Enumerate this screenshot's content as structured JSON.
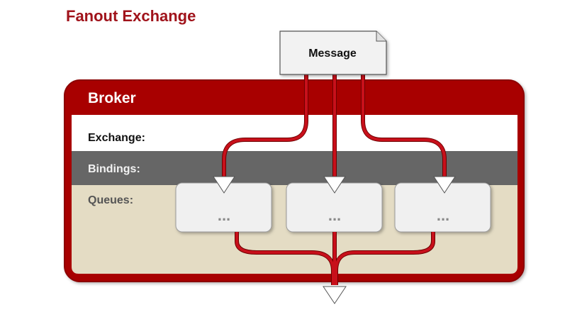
{
  "title": "Fanout Exchange",
  "message": {
    "label": "Message"
  },
  "broker": {
    "label": "Broker",
    "exchange_label": "Exchange:",
    "bindings_label": "Bindings:",
    "queues_label": "Queues:"
  },
  "queues": [
    {
      "label": "..."
    },
    {
      "label": "..."
    },
    {
      "label": "..."
    }
  ],
  "colors": {
    "title": "#a0131b",
    "broker": "#a80000",
    "broker_border": "#8c0000",
    "arrow": "#c8101b",
    "bindings_band": "#666666",
    "queues_band": "#e4dcc4",
    "queue_box": "#f0f0f0",
    "queue_dots": "#8a8a8a",
    "message_box": "#f2f2f2"
  }
}
